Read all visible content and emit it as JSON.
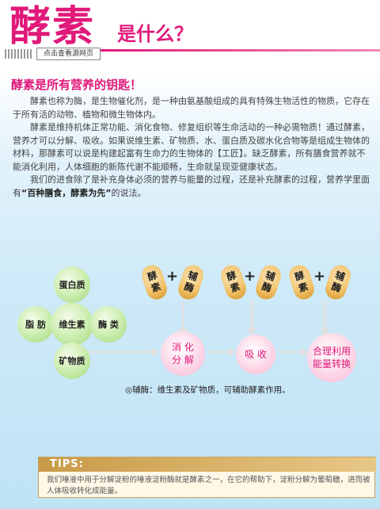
{
  "header": {
    "title_main": "酵素",
    "title_suffix": "是什么？",
    "source_link": "点击查看源网页"
  },
  "section": {
    "title": "酵素是所有营养的钥匙！",
    "p1": "酵素也称为酶，是生物催化剂，是一种由氨基酸组成的具有特殊生物活性的物质，它存在于所有活的动物、植物和微生物体内。",
    "p2": "酵素是维持机体正常功能、消化食物、修复组织等生命活动的一种必需物质！通过酵素，营养才可以分解、吸收。如果说维生素、矿物质、水、蛋白质及碳水化合物等是组成生物体的材料，那酵素可以说是构建起富有生命力的生物体的【工匠】。缺乏酵素，所有膳食营养就不能消化利用，人体细胞的新陈代谢不能顺畅，生命就呈现亚健康状态。",
    "p3_before": "我们的进食除了是补充身体必须的营养与能量的过程，还是补充酵素的过程，营养学里面有",
    "p3_quote": "“百种膳食，酵素为先”",
    "p3_after": "的说法。"
  },
  "diagram": {
    "center": "维生素",
    "top": "蛋白质",
    "left": "脂 肪",
    "right": "酶 类",
    "bottom": "矿物质",
    "bean_left_top": "酵",
    "bean_left_bottom": "素",
    "bean_right_top": "辅",
    "bean_right_bottom": "酶",
    "plus": "+",
    "step1": "消 化\n分 解",
    "step2": "吸 收",
    "step3": "合理利用\n能量转换",
    "note": "◎辅酶：维生素及矿物质，可辅助酵素作用。"
  },
  "tips": {
    "label": "TIPS:",
    "text": "我们唾液中用于分解淀粉的唾液淀粉酶就是酵素之一，在它的帮助下，淀粉分解为葡萄糖，进而被人体吸收转化成能量。"
  },
  "colors": {
    "accent": "#e0197a",
    "node_green": "#c9ecac",
    "bean_orange": "#f1bf63",
    "tips_gold": "#c89a48"
  }
}
